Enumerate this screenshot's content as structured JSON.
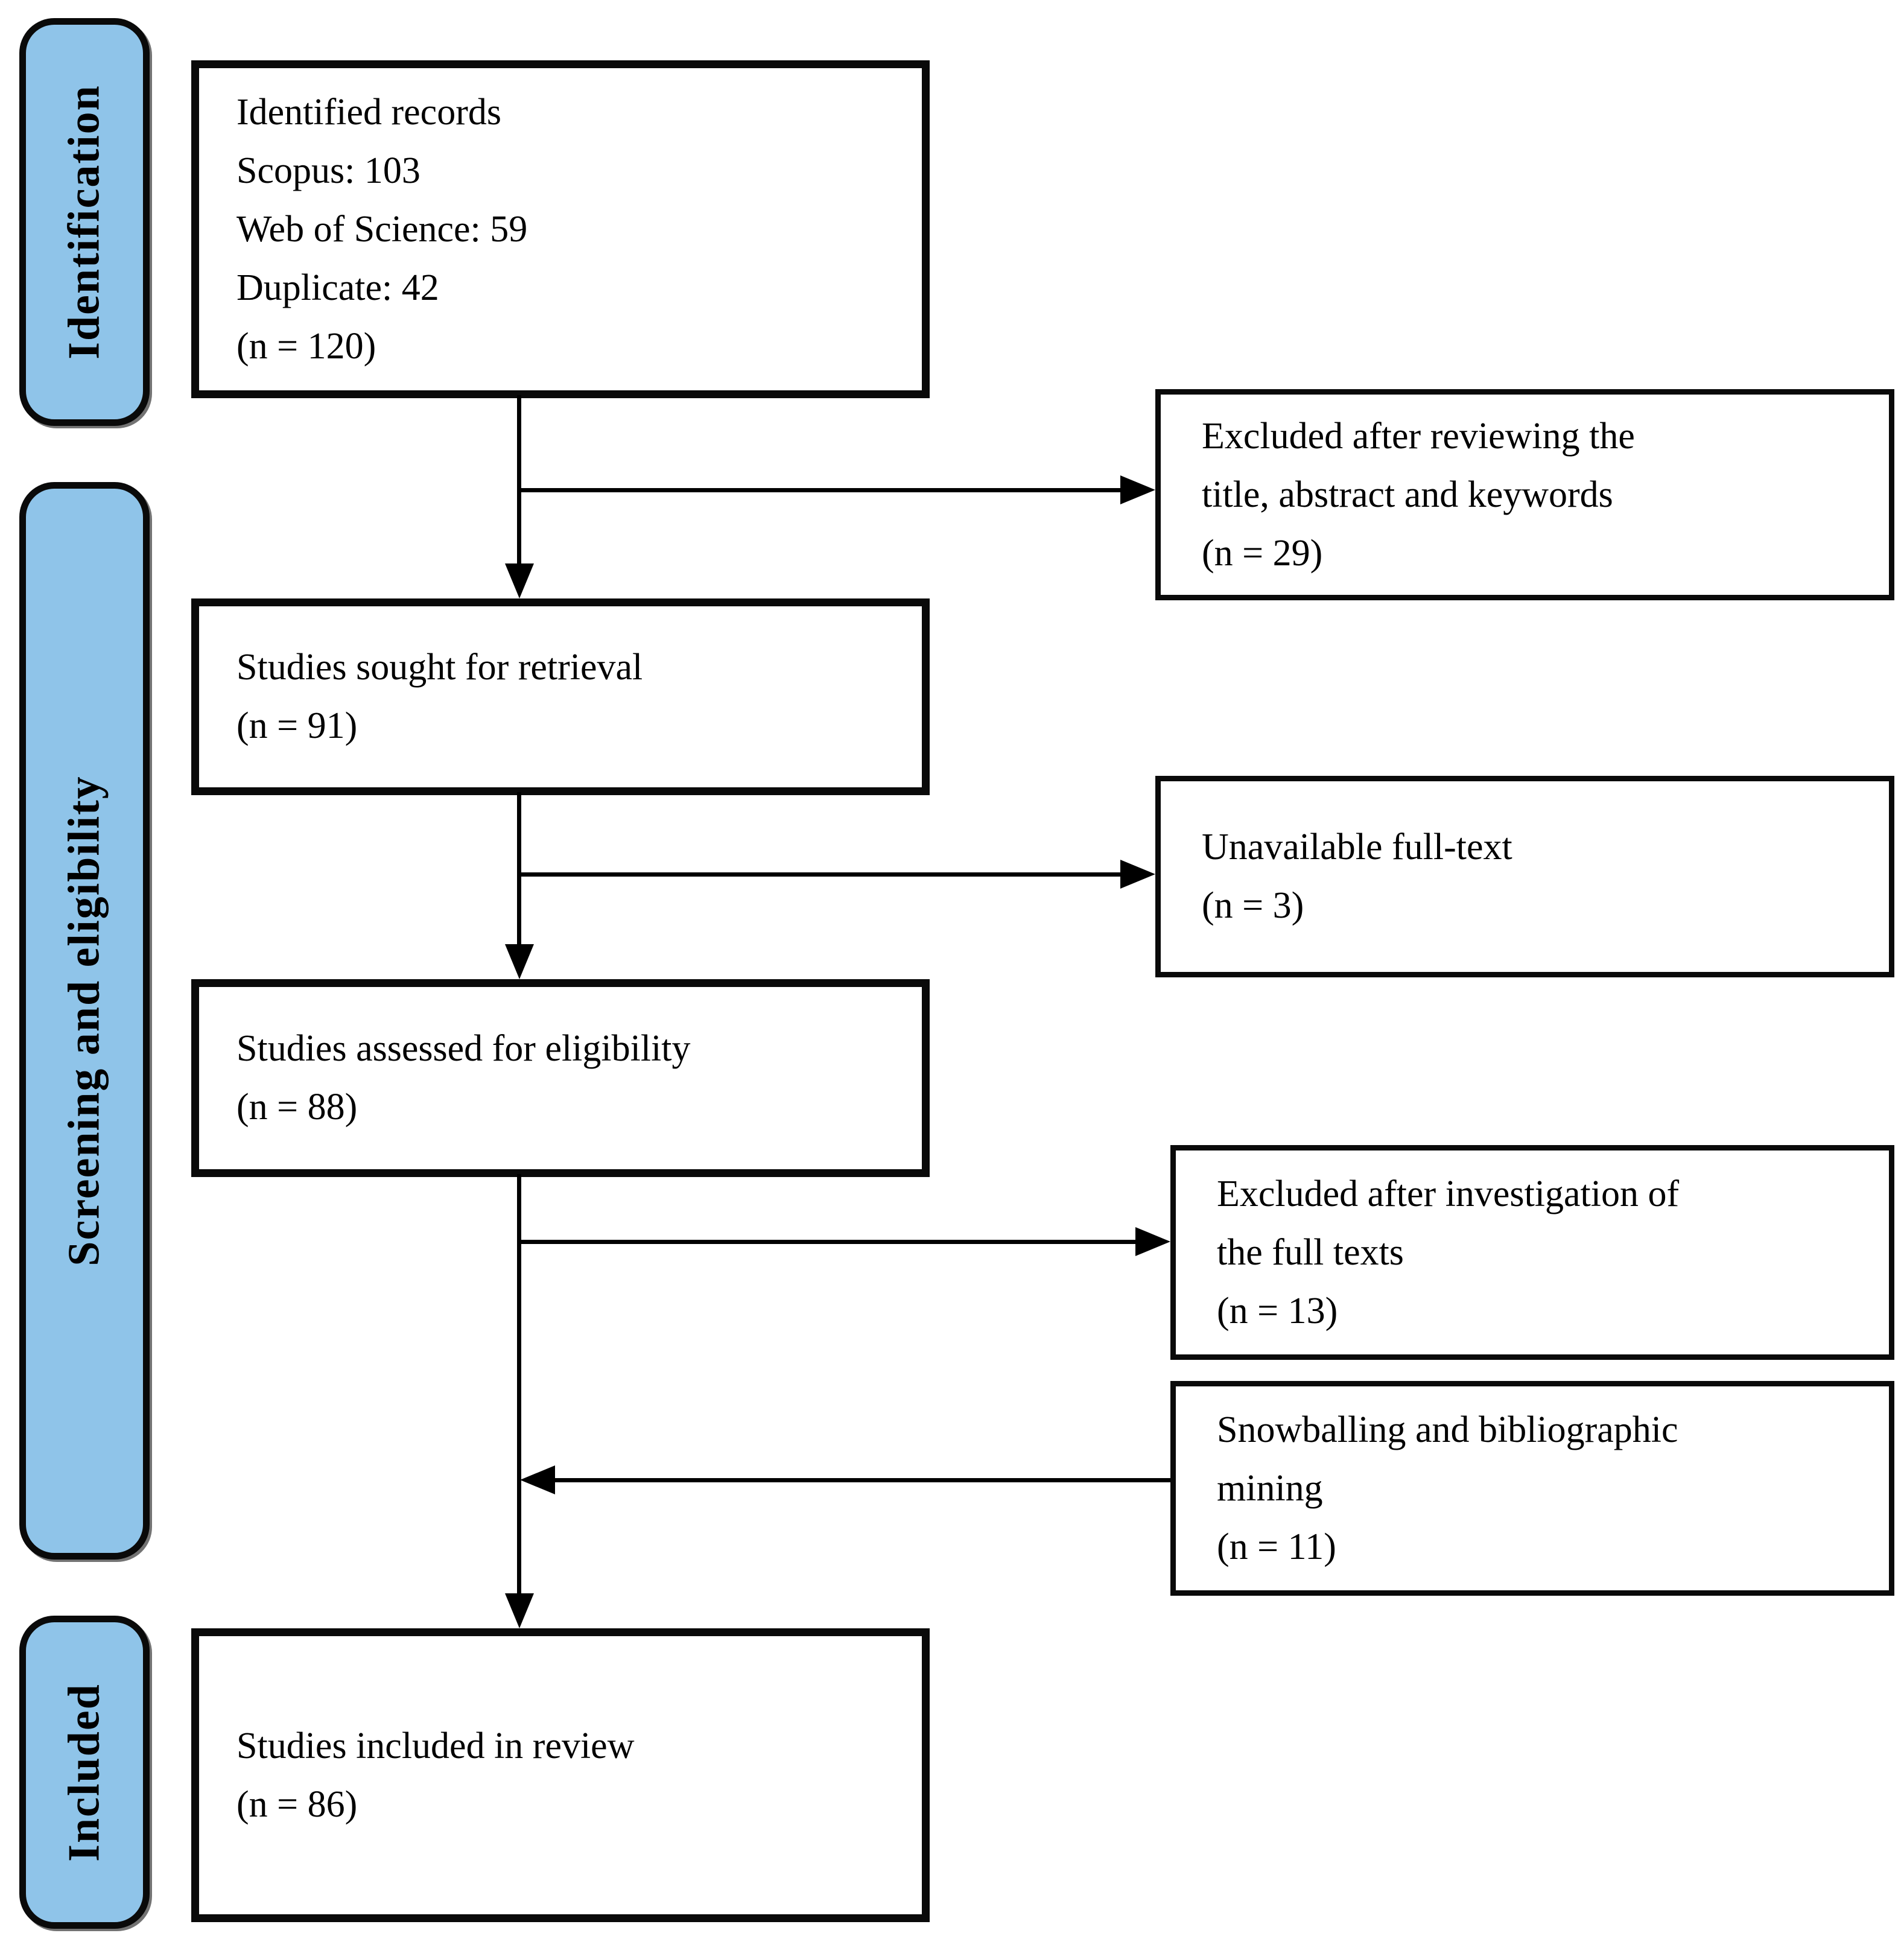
{
  "figure": {
    "type": "prisma-flow-diagram",
    "colors": {
      "stage_fill": "#8FC4E9",
      "box_fill": "#FFFFFF",
      "line": "#000000",
      "text": "#000000"
    },
    "stages": [
      {
        "label": "Identification"
      },
      {
        "label": "Screening and eligibility"
      },
      {
        "label": "Included"
      }
    ],
    "main_boxes": [
      {
        "id": "identified-records",
        "lines": [
          "Identified records",
          "Scopus: 103",
          "Web of Science: 59",
          "Duplicate: 42",
          "(n = 120)"
        ]
      },
      {
        "id": "studies-sought",
        "lines": [
          "Studies sought for retrieval",
          "(n = 91)"
        ]
      },
      {
        "id": "studies-assessed",
        "lines": [
          "Studies assessed for eligibility",
          "(n = 88)"
        ]
      },
      {
        "id": "studies-included",
        "lines": [
          "Studies included in review",
          "(n = 86)"
        ]
      }
    ],
    "side_boxes": [
      {
        "id": "excluded-title-abstract-keywords",
        "lines": [
          "Excluded after reviewing the",
          "title, abstract and keywords",
          "(n = 29)"
        ]
      },
      {
        "id": "unavailable-full-text",
        "lines": [
          "Unavailable full-text",
          "(n = 3)"
        ]
      },
      {
        "id": "excluded-full-texts",
        "lines": [
          "Excluded after investigation of",
          "the full texts",
          "(n = 13)"
        ]
      },
      {
        "id": "snowballing",
        "lines": [
          "Snowballing and bibliographic",
          "mining",
          "(n = 11)"
        ]
      }
    ]
  }
}
